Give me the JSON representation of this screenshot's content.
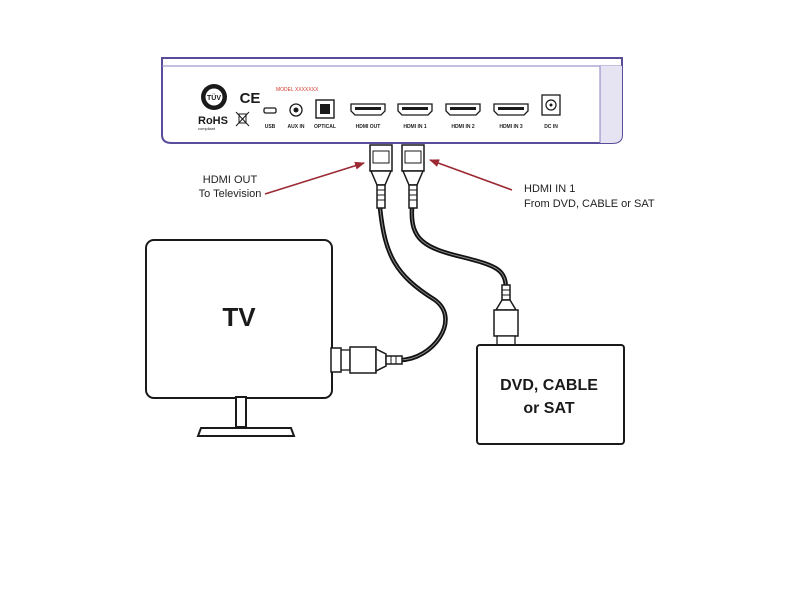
{
  "device": {
    "model_label": "MODEL XXXXXXX",
    "certification_mark": "TÜV",
    "ce_mark": "CE",
    "rohs_label": "RoHS",
    "rohs_sub": "compliant",
    "ports": [
      "USB",
      "AUX IN",
      "OPTICAL",
      "HDMI OUT",
      "HDMI IN 1",
      "HDMI IN 2",
      "HDMI IN 3",
      "DC IN"
    ]
  },
  "callouts": {
    "hdmi_out_line1": "HDMI OUT",
    "hdmi_out_line2": "To Television",
    "hdmi_in_line1": "HDMI IN 1",
    "hdmi_in_line2": "From DVD, CABLE or SAT"
  },
  "tv": {
    "label": "TV"
  },
  "source": {
    "label_line1": "DVD, CABLE",
    "label_line2": "or SAT"
  },
  "colors": {
    "device_outline": "#5b4b9b",
    "model_text": "#d0392b",
    "arrow": "#9b2a33",
    "ink": "#1a1a1a"
  }
}
